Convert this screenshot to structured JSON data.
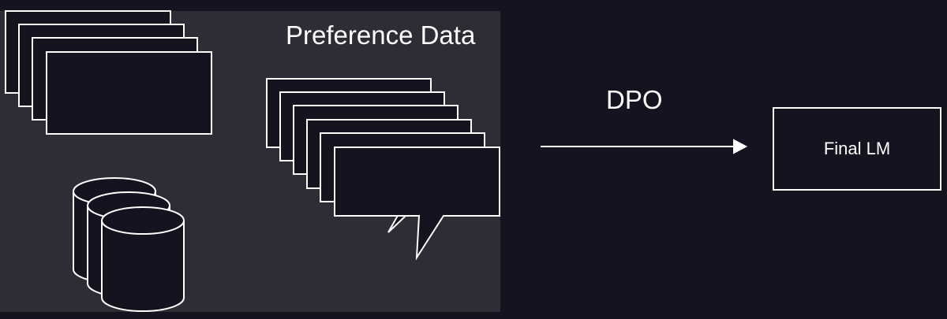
{
  "diagram": {
    "preference_title": "Preference Data",
    "arrow_label": "DPO",
    "final_box_label": "Final LM"
  },
  "colors": {
    "background": "#15131f",
    "panel": "#2f2c36",
    "stroke": "#ffffff",
    "shape_fill": "#15131f"
  },
  "icons": [
    "document-stack-icon",
    "speech-bubble-stack-icon",
    "database-icon",
    "arrow-right-icon"
  ]
}
